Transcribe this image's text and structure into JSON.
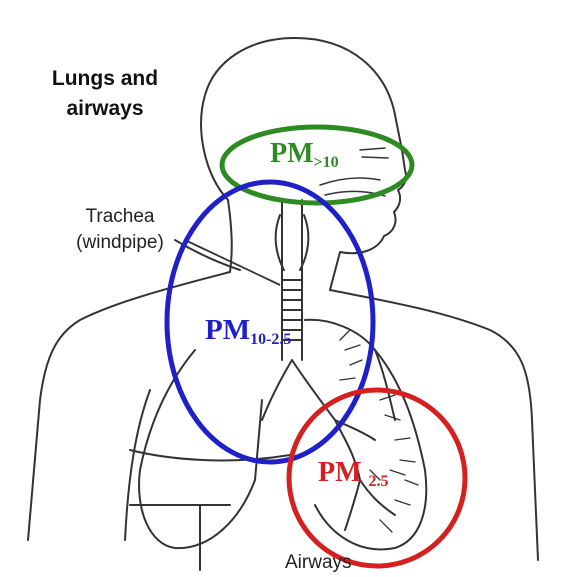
{
  "title": {
    "line1": "Lungs and",
    "line2": "airways"
  },
  "labels": {
    "trachea_line1": "Trachea",
    "trachea_line2": "(windpipe)",
    "airways": "Airways"
  },
  "regions": [
    {
      "name": "PM",
      "subscript": ">10",
      "color": "#2e8a22"
    },
    {
      "name": "PM",
      "subscript": "10-2.5",
      "color": "#2020c8"
    },
    {
      "name": "PM",
      "subscript": "2.5",
      "color": "#d42020"
    }
  ]
}
